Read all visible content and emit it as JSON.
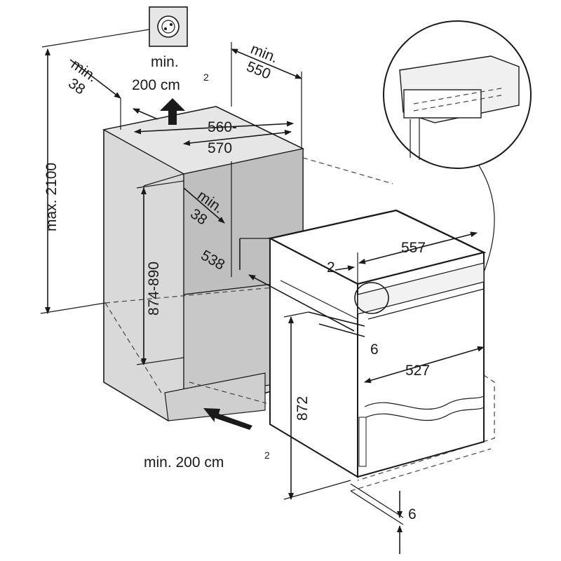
{
  "labels": {
    "vent_top_min": "min.",
    "vent_top_area": "200 cm",
    "vent_top_sup": "2",
    "depth_min": "min.",
    "depth_val": "550",
    "side_min": "min.",
    "side_val": "38",
    "height_max": "max. 2100",
    "width_range_a": "560-",
    "width_range_b": "570",
    "inner_min": "min.",
    "inner_val": "38",
    "niche_height": "874-890",
    "depth_538": "538",
    "gap_2": "2",
    "width_557": "557",
    "gap_6_mid": "6",
    "width_527": "527",
    "height_872": "872",
    "vent_bottom": "min. 200 cm",
    "vent_bottom_sup": "2",
    "gap_6_bottom": "6"
  },
  "colors": {
    "cabinet_fill": "#d4d4d4",
    "cabinet_inner": "#c2c2c2",
    "line": "#1a1a1a",
    "appliance_fill": "#ffffff"
  },
  "icons": [
    "socket-icon",
    "arrow-up-icon",
    "arrow-in-icon",
    "detail-magnifier-icon"
  ]
}
